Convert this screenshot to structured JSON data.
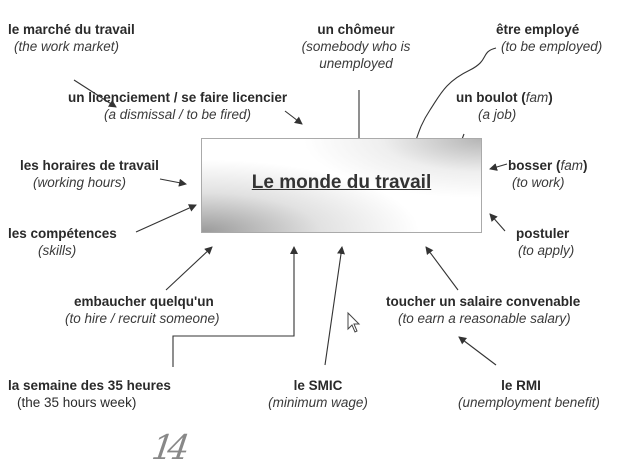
{
  "title": "Le monde du travail",
  "terms": {
    "marche": {
      "fr": "le marché du travail",
      "en": "(the work market)"
    },
    "chomeur": {
      "fr": "un chômeur",
      "en1": "(somebody who is",
      "en2": "unemployed"
    },
    "employe": {
      "fr": "être employé",
      "en": "(to be employed)"
    },
    "licenciement": {
      "fr": "un  licenciement  / se faire licencier",
      "en": "(a dismissal / to be fired)"
    },
    "boulot": {
      "fr": "un boulot (",
      "fam": "fam",
      "close": ")",
      "en": "(a job)"
    },
    "horaires": {
      "fr": "les horaires de travail",
      "en": "(working hours)"
    },
    "bosser": {
      "fr": "bosser (",
      "fam": "fam",
      "close": ")",
      "en": "(to work)"
    },
    "competences": {
      "fr": "les compétences",
      "en": "(skills)"
    },
    "postuler": {
      "fr": "postuler",
      "en": "(to apply)"
    },
    "embaucher": {
      "fr": "embaucher  quelqu'un",
      "en": "(to hire / recruit someone)"
    },
    "salaire": {
      "fr": "toucher un salaire convenable",
      "en": "(to earn a reasonable salary)"
    },
    "semaine": {
      "fr": "la semaine des 35 heures",
      "en": "(the 35 hours week)"
    },
    "smic": {
      "fr": "le SMIC",
      "en": "(minimum wage)"
    },
    "rmi": {
      "fr": "le RMI",
      "en": "(unemployment benefit)"
    }
  },
  "page_mark": "14",
  "colors": {
    "ink": "#2a2a2a",
    "arrow": "#333333"
  }
}
